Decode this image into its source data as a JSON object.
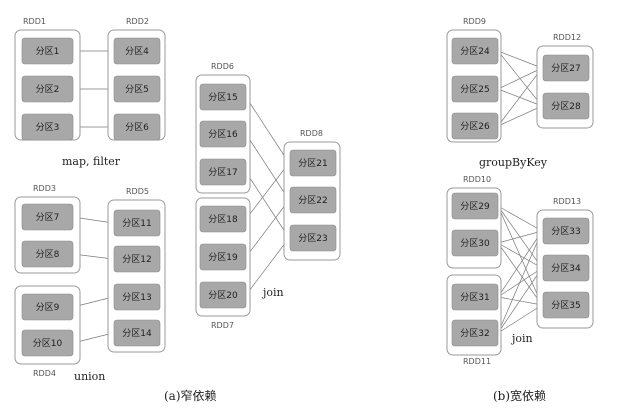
{
  "rdds": [
    {
      "id": "RDD1",
      "label": "RDD1",
      "partitions": [
        "分区1",
        "分区2",
        "分区3"
      ]
    },
    {
      "id": "RDD2",
      "label": "RDD2",
      "partitions": [
        "分区4",
        "分区5",
        "分区6"
      ]
    },
    {
      "id": "RDD3",
      "label": "RDD3",
      "partitions": [
        "分区7",
        "分区8"
      ]
    },
    {
      "id": "RDD4",
      "label": "RDD4",
      "partitions": [
        "分区9",
        "分区10"
      ]
    },
    {
      "id": "RDD5",
      "label": "RDD5",
      "partitions": [
        "分区11",
        "分区12",
        "分区13",
        "分区14"
      ]
    },
    {
      "id": "RDD6",
      "label": "RDD6",
      "partitions": [
        "分区15",
        "分区16",
        "分区17"
      ]
    },
    {
      "id": "RDD7",
      "label": "RDD7",
      "partitions": [
        "分区18",
        "分区19",
        "分区20"
      ]
    },
    {
      "id": "RDD8",
      "label": "RDD8",
      "partitions": [
        "分区21",
        "分区22",
        "分区23"
      ]
    },
    {
      "id": "RDD9",
      "label": "RDD9",
      "partitions": [
        "分区24",
        "分区25",
        "分区26"
      ]
    },
    {
      "id": "RDD12",
      "label": "RDD12",
      "partitions": [
        "分区27",
        "分区28"
      ]
    },
    {
      "id": "RDD10",
      "label": "RDD10",
      "partitions": [
        "分区29",
        "分区30"
      ]
    },
    {
      "id": "RDD11",
      "label": "RDD11",
      "partitions": [
        "分区31",
        "分区32"
      ]
    },
    {
      "id": "RDD13",
      "label": "RDD13",
      "partitions": [
        "分区33",
        "分区34",
        "分区35"
      ]
    }
  ],
  "operations": {
    "map_filter": "map, filter",
    "union": "union",
    "join_narrow": "join",
    "groupByKey": "groupByKey",
    "join_wide": "join"
  },
  "captions": {
    "narrow": "(a)窄依赖",
    "wide": "(b)宽依赖"
  },
  "edges": [
    [
      "分区1",
      "分区4"
    ],
    [
      "分区2",
      "分区5"
    ],
    [
      "分区3",
      "分区6"
    ],
    [
      "分区7",
      "分区11"
    ],
    [
      "分区8",
      "分区12"
    ],
    [
      "分区9",
      "分区13"
    ],
    [
      "分区10",
      "分区14"
    ],
    [
      "分区15",
      "分区21"
    ],
    [
      "分区16",
      "分区22"
    ],
    [
      "分区17",
      "分区23"
    ],
    [
      "分区18",
      "分区21"
    ],
    [
      "分区19",
      "分区22"
    ],
    [
      "分区20",
      "分区23"
    ],
    [
      "分区24",
      "分区27"
    ],
    [
      "分区24",
      "分区28"
    ],
    [
      "分区25",
      "分区27"
    ],
    [
      "分区25",
      "分区28"
    ],
    [
      "分区26",
      "分区27"
    ],
    [
      "分区26",
      "分区28"
    ],
    [
      "分区29",
      "分区33"
    ],
    [
      "分区29",
      "分区34"
    ],
    [
      "分区29",
      "分区35"
    ],
    [
      "分区30",
      "分区33"
    ],
    [
      "分区30",
      "分区34"
    ],
    [
      "分区30",
      "分区35"
    ],
    [
      "分区31",
      "分区33"
    ],
    [
      "分区31",
      "分区34"
    ],
    [
      "分区31",
      "分区35"
    ],
    [
      "分区32",
      "分区33"
    ],
    [
      "分区32",
      "分区34"
    ],
    [
      "分区32",
      "分区35"
    ]
  ],
  "colors": {
    "partition_fill": "#a8a8a8",
    "rdd_border": "#9a9a9a",
    "edge": "#7a7a7a"
  }
}
